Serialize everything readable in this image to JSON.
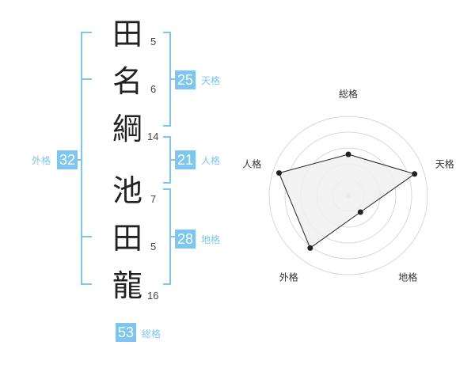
{
  "name": {
    "chars": [
      {
        "char": "田",
        "strokes": "5"
      },
      {
        "char": "名",
        "strokes": "6"
      },
      {
        "char": "綱",
        "strokes": "14"
      },
      {
        "char": "池",
        "strokes": "7"
      },
      {
        "char": "田",
        "strokes": "5"
      },
      {
        "char": "龍",
        "strokes": "16"
      }
    ]
  },
  "fortunes": {
    "tenkaku": {
      "value": "25",
      "label": "天格"
    },
    "jinkaku": {
      "value": "21",
      "label": "人格"
    },
    "chikaku": {
      "value": "28",
      "label": "地格"
    },
    "gaikaku": {
      "value": "32",
      "label": "外格"
    },
    "soukaku": {
      "value": "53",
      "label": "総格"
    }
  },
  "colors": {
    "accent": "#7dc6ef",
    "char_text": "#222222",
    "radar_fill": "#f0f0f0",
    "radar_line": "#222222"
  },
  "chart_data": {
    "type": "radar",
    "axes": [
      "総格",
      "天格",
      "地格",
      "外格",
      "人格"
    ],
    "values": [
      2.6,
      4.4,
      1.3,
      4.1,
      4.6
    ],
    "range": [
      0,
      5
    ],
    "rings": 5
  }
}
